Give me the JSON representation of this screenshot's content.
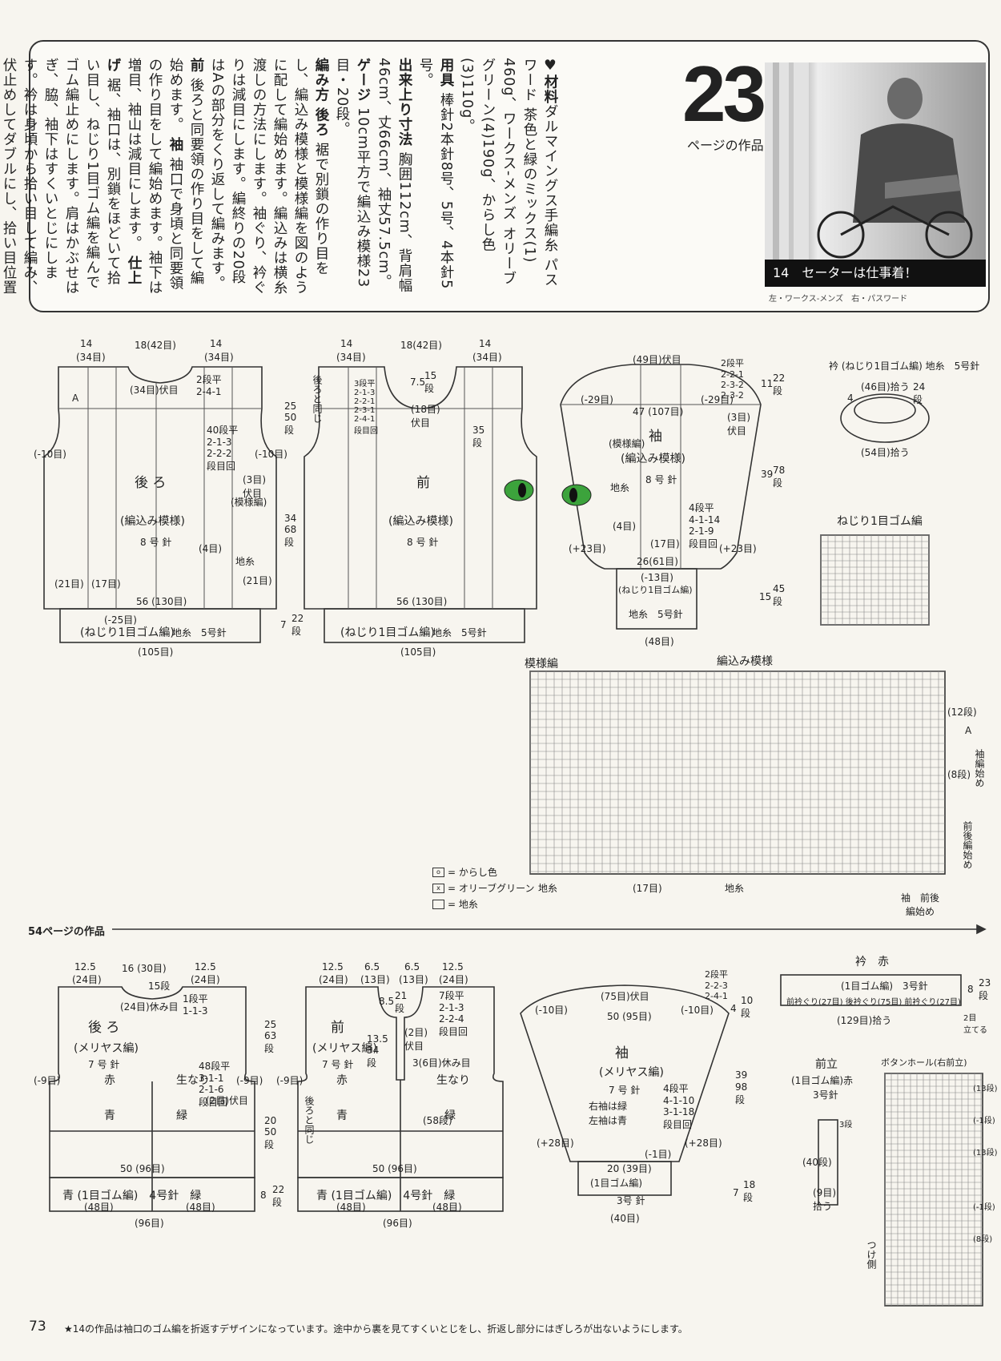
{
  "header": {
    "number": "23",
    "number_sub": "ページの作品",
    "photo_caption": "14　セーターは仕事着！",
    "photo_credit": "左・ワークス-メンズ　右・パスワード"
  },
  "instructions": {
    "materials_label": "♥材料",
    "materials_text": "ダルマイングス手編糸 パスワード 茶色と緑のミックス(1) 460g、ワークス-メンズ オリーブグリーン(4)190g、からし色(3)110g。",
    "tools_label": "用具",
    "tools_text": "棒針2本針8号、5号、4本針5号。",
    "size_label": "出来上り寸法",
    "size_text": "胸囲112cm、背肩幅46cm、丈66cm、袖丈57.5cm。",
    "gauge_label": "ゲージ",
    "gauge_text": "10cm平方で編込み模様23目・20段。",
    "method_label": "編み方",
    "back_label": "後ろ",
    "back_text": "裾で別鎖の作り目をし、編込み模様と模様編を図のように配して編始めます。編込みは横糸渡しの方法にします。袖ぐり、衿ぐりは減目にします。編終りの20段はAの部分をくり返して編みます。",
    "front_label": "前",
    "front_text": "後ろと同要領の作り目をして編始めます。",
    "sleeve_label": "袖",
    "sleeve_text": "袖口で身頃と同要領の作り目をして編始めます。袖下は増目、袖山は減目にします。",
    "finish_label": "仕上げ",
    "finish_text": "裾、袖口は、別鎖をほどいて拾い目し、ねじり1目ゴム編を編んでゴム編止めにします。肩はかぶせはぎ、脇、袖下はすくいとじにします。衿は身頃から拾い目して編み、伏止めしてダブルにし、拾い目位置にかがります。袖は身頃に引抜きでつけます。"
  },
  "top_diagrams": {
    "back": {
      "title": "後 ろ",
      "pattern": "(編込み模様)",
      "needle": "8 号 針",
      "width_top": [
        "14",
        "18(42目)",
        "14"
      ],
      "width_top_sub": [
        "(34目)",
        "(34目)"
      ],
      "neck": "(34目)伏目",
      "chest": "56 (130目)",
      "rib": "(ねじり1目ゴム編)",
      "rib_needle": "地糸　5号針",
      "bottom": "(105目)",
      "sides": [
        "(-10目)",
        "(-10目)"
      ],
      "h1": "25\n50\n段",
      "h2": "34\n68\n段",
      "h3": "7",
      "h3b": "22\n段",
      "decr": "40段平\n2-1-3\n2-2-2\n段目回",
      "neck_decr": "2段平\n2-4-1",
      "moyo": "(模様編)",
      "moyo_sub": "地糸",
      "cols": [
        "(21目)",
        "(17目)",
        "(4目)",
        "(21目)"
      ],
      "minus": "(-25目)",
      "a": "A",
      "flat": "(3目)\n伏目"
    },
    "front": {
      "title": "前",
      "pattern": "(編込み模様)",
      "needle": "8 号 針",
      "neck": "(18目)\n伏目",
      "neck_decr": "3段平\n2-1-3\n2-2-1\n2-3-1\n2-4-1\n段目回",
      "h": "35\n段",
      "side": "後ろと同じ",
      "chest": "56 (130目)",
      "rib": "(ねじり1目ゴム編)",
      "rib_needle": "地糸　5号針",
      "bottom": "(105目)",
      "neck_h": "7.5",
      "neck_h2": "15\n段",
      "width_top": [
        "14",
        "18(42目)",
        "14"
      ],
      "width_top_sub": [
        "(34目)",
        "(34目)"
      ]
    },
    "sleeve": {
      "title": "袖",
      "pattern": "(編込み模様)",
      "needle": "8 号 針",
      "top": "(49目)伏目",
      "width": "47 (107目)",
      "left": "(-29目)",
      "right": "(-29目)",
      "incr": "4段平\n4-1-14\n2-1-9\n段目回",
      "moyo": "(模様編)",
      "moyo_sub": "地糸",
      "mid": "(4目)",
      "cuff_w": "26(61目)",
      "cuff_l": "(+23目)",
      "cuff_r": "(+23目)",
      "cuff": "(ねじり1目ゴム編)",
      "cuff_needle": "地糸　5号針",
      "cuff_minus": "(-13目)",
      "bottom": "(48目)",
      "top_decr": "2段平\n2-2-1\n2-3-2\n2-3-2",
      "h1": "11",
      "h1b": "22\n段",
      "h2": "39",
      "h2b": "78\n段",
      "h3": "15",
      "h3b": "45\n段",
      "flat": "(3目)\n伏目",
      "cols": "(17目)"
    },
    "collar": {
      "title": "衿 (ねじり1目ゴム編) 地糸　5号針",
      "pick1": "(46目)拾う",
      "pick2": "(54目)拾う",
      "h": "4",
      "rows": "24\n段"
    },
    "rib_chart_title": "ねじり1目ゴム編"
  },
  "pattern_chart": {
    "title_left": "模様編",
    "title_right": "編込み模様",
    "bottom_labels": [
      "地糸",
      "(17目)",
      "地糸"
    ],
    "right_labels": [
      "(12段)",
      "(8段)",
      "A"
    ],
    "right_notes": [
      "袖編始め",
      "前後編始め"
    ],
    "start_note": "袖　前後\n編始め",
    "legend": [
      {
        "symbol": "o",
        "label": "= からし色"
      },
      {
        "symbol": "x",
        "label": "= オリーブグリーン"
      },
      {
        "symbol": "",
        "label": "= 地糸"
      }
    ]
  },
  "section54": {
    "title": "54ページの作品",
    "back": {
      "title": "後 ろ",
      "pattern": "(メリヤス編)",
      "needle": "7 号 針",
      "c1": "赤",
      "c2": "生なり",
      "c3": "青",
      "c4": "緑",
      "width_top": [
        "12.5",
        "16 (30目)",
        "12.5"
      ],
      "width_top_sub": [
        "(24目)",
        "(24目)"
      ],
      "neck": "(24目)休み目",
      "neck_d": "1段平\n1-1-3",
      "dec": "48段平\n3-1-1\n2-1-6\n段目回",
      "flat": "(2目)伏目",
      "chest": "50 (96目)",
      "rib": "青 (1目ゴム編)　4号針　緑",
      "rib_w": [
        "(48目)",
        "(48目)"
      ],
      "bottom": "(96目)",
      "side_l": "(-9目)",
      "side_r": "(-9目)",
      "h1": "25\n63\n段",
      "h2": "20\n50\n段",
      "h3": "8",
      "h3b": "22\n段",
      "four": "4",
      "fifteen": "15段"
    },
    "front": {
      "title": "前",
      "pattern": "(メリヤス編)",
      "needle": "7 号 針",
      "c1": "赤",
      "c2": "生なり",
      "c3": "青",
      "c4": "緑",
      "width_top": [
        "12.5",
        "6.5",
        "6.5",
        "12.5"
      ],
      "width_top_sub": [
        "(24目)",
        "(13目)",
        "(13目)",
        "(24目)"
      ],
      "side": "後ろと同じ",
      "placket": "3(6目)休み目",
      "neck_d": "7段平\n2-1-3\n2-2-4\n段目回",
      "flat": "(2目)\n伏目",
      "neck_h": "8.5",
      "neck_h2": "21\n段",
      "placket_h": "13.5\n34\n段",
      "chest": "50 (96目)",
      "rib": "青 (1目ゴム編)　4号針　緑",
      "rib_w": [
        "(48目)",
        "(48目)"
      ],
      "bottom": "(96目)",
      "side_l": "(-9目)",
      "h": "(58段)"
    },
    "sleeve": {
      "title": "袖",
      "pattern": "(メリヤス編)",
      "needle": "7 号 針",
      "top": "(75目)伏目",
      "width": "50 (95目)",
      "left": "(-10目)",
      "right": "(-10目)",
      "incr": "4段平\n4-1-10\n3-1-18\n段目回",
      "note1": "右袖は緑",
      "note2": "左袖は青",
      "cuff_w": "20 (39目)",
      "cuff_minus": "(-1目)",
      "cuff_l": "(+28目)",
      "cuff_r": "(+28目)",
      "cuff": "(1目ゴム編)",
      "cuff_needle": "3号 針",
      "bottom": "(40目)",
      "top_decr": "2段平\n2-2-3\n2-4-1",
      "h1": "4",
      "h1b": "10\n段",
      "h2": "39",
      "h2b": "98\n段",
      "h3": "7",
      "h3b": "18\n段"
    },
    "collar": {
      "title": "衿　赤",
      "inner": "(1目ゴム編)　3号針",
      "pick": "前衿ぐり(27目) 後衿ぐり(75目) 前衿ぐり(27目)",
      "bottom": "(129目)拾う",
      "h": "8",
      "h2": "23\n段",
      "note": "2目\n立てる"
    },
    "placket": {
      "title": "前立",
      "sub": "(1目ゴム編)赤",
      "needle": "3号針",
      "h": "(40段)",
      "pick": "(9目)\n拾う",
      "tb": "3段"
    },
    "buttonhole": {
      "title": "ボタンホール(右前立)",
      "notes": [
        "(13段)",
        "(-1段)",
        "(13段)",
        "(-1段)",
        "(8段)"
      ],
      "side": "つけ側"
    }
  },
  "footer": {
    "page_number": "73",
    "note": "★14の作品は袖口のゴム編を折返すデザインになっています。途中から裏を見てすくいとじをし、折返し部分にはぎしろが出ないようにします。"
  }
}
